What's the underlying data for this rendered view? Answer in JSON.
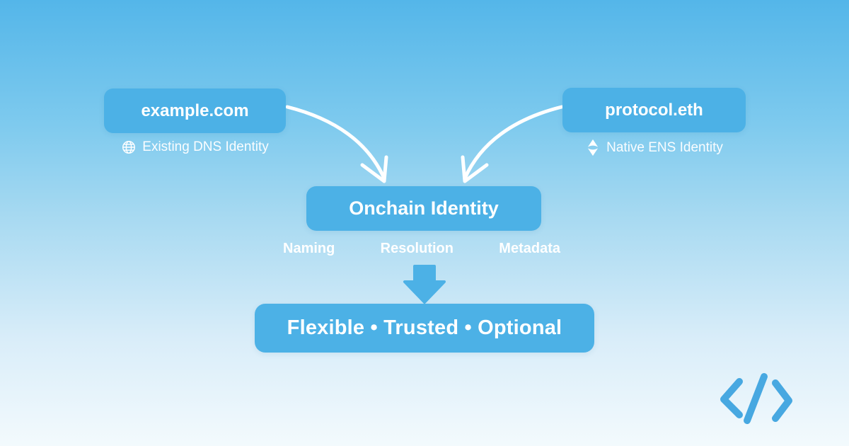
{
  "page": {
    "background_top": "#54b6e9",
    "background_middle": "#a6d9f1",
    "background_bottom": "#f3fafd",
    "accent_blue": "#4cb1e6",
    "text_white": "#ffffff",
    "logo_blue": "#47a8e1"
  },
  "nodes": {
    "dns": {
      "title": "example.com",
      "caption": "Existing DNS Identity",
      "icon": "globe-icon"
    },
    "ens": {
      "title": "protocol.eth",
      "caption": "Native ENS Identity",
      "icon": "ens-diamond-icon"
    },
    "onchain": {
      "title": "Onchain Identity",
      "features": [
        {
          "label": "Naming"
        },
        {
          "label": "Resolution"
        },
        {
          "label": "Metadata"
        }
      ]
    },
    "result": {
      "title": "Flexible • Trusted • Optional"
    }
  },
  "footer": {
    "logo": "code-brackets-icon"
  }
}
